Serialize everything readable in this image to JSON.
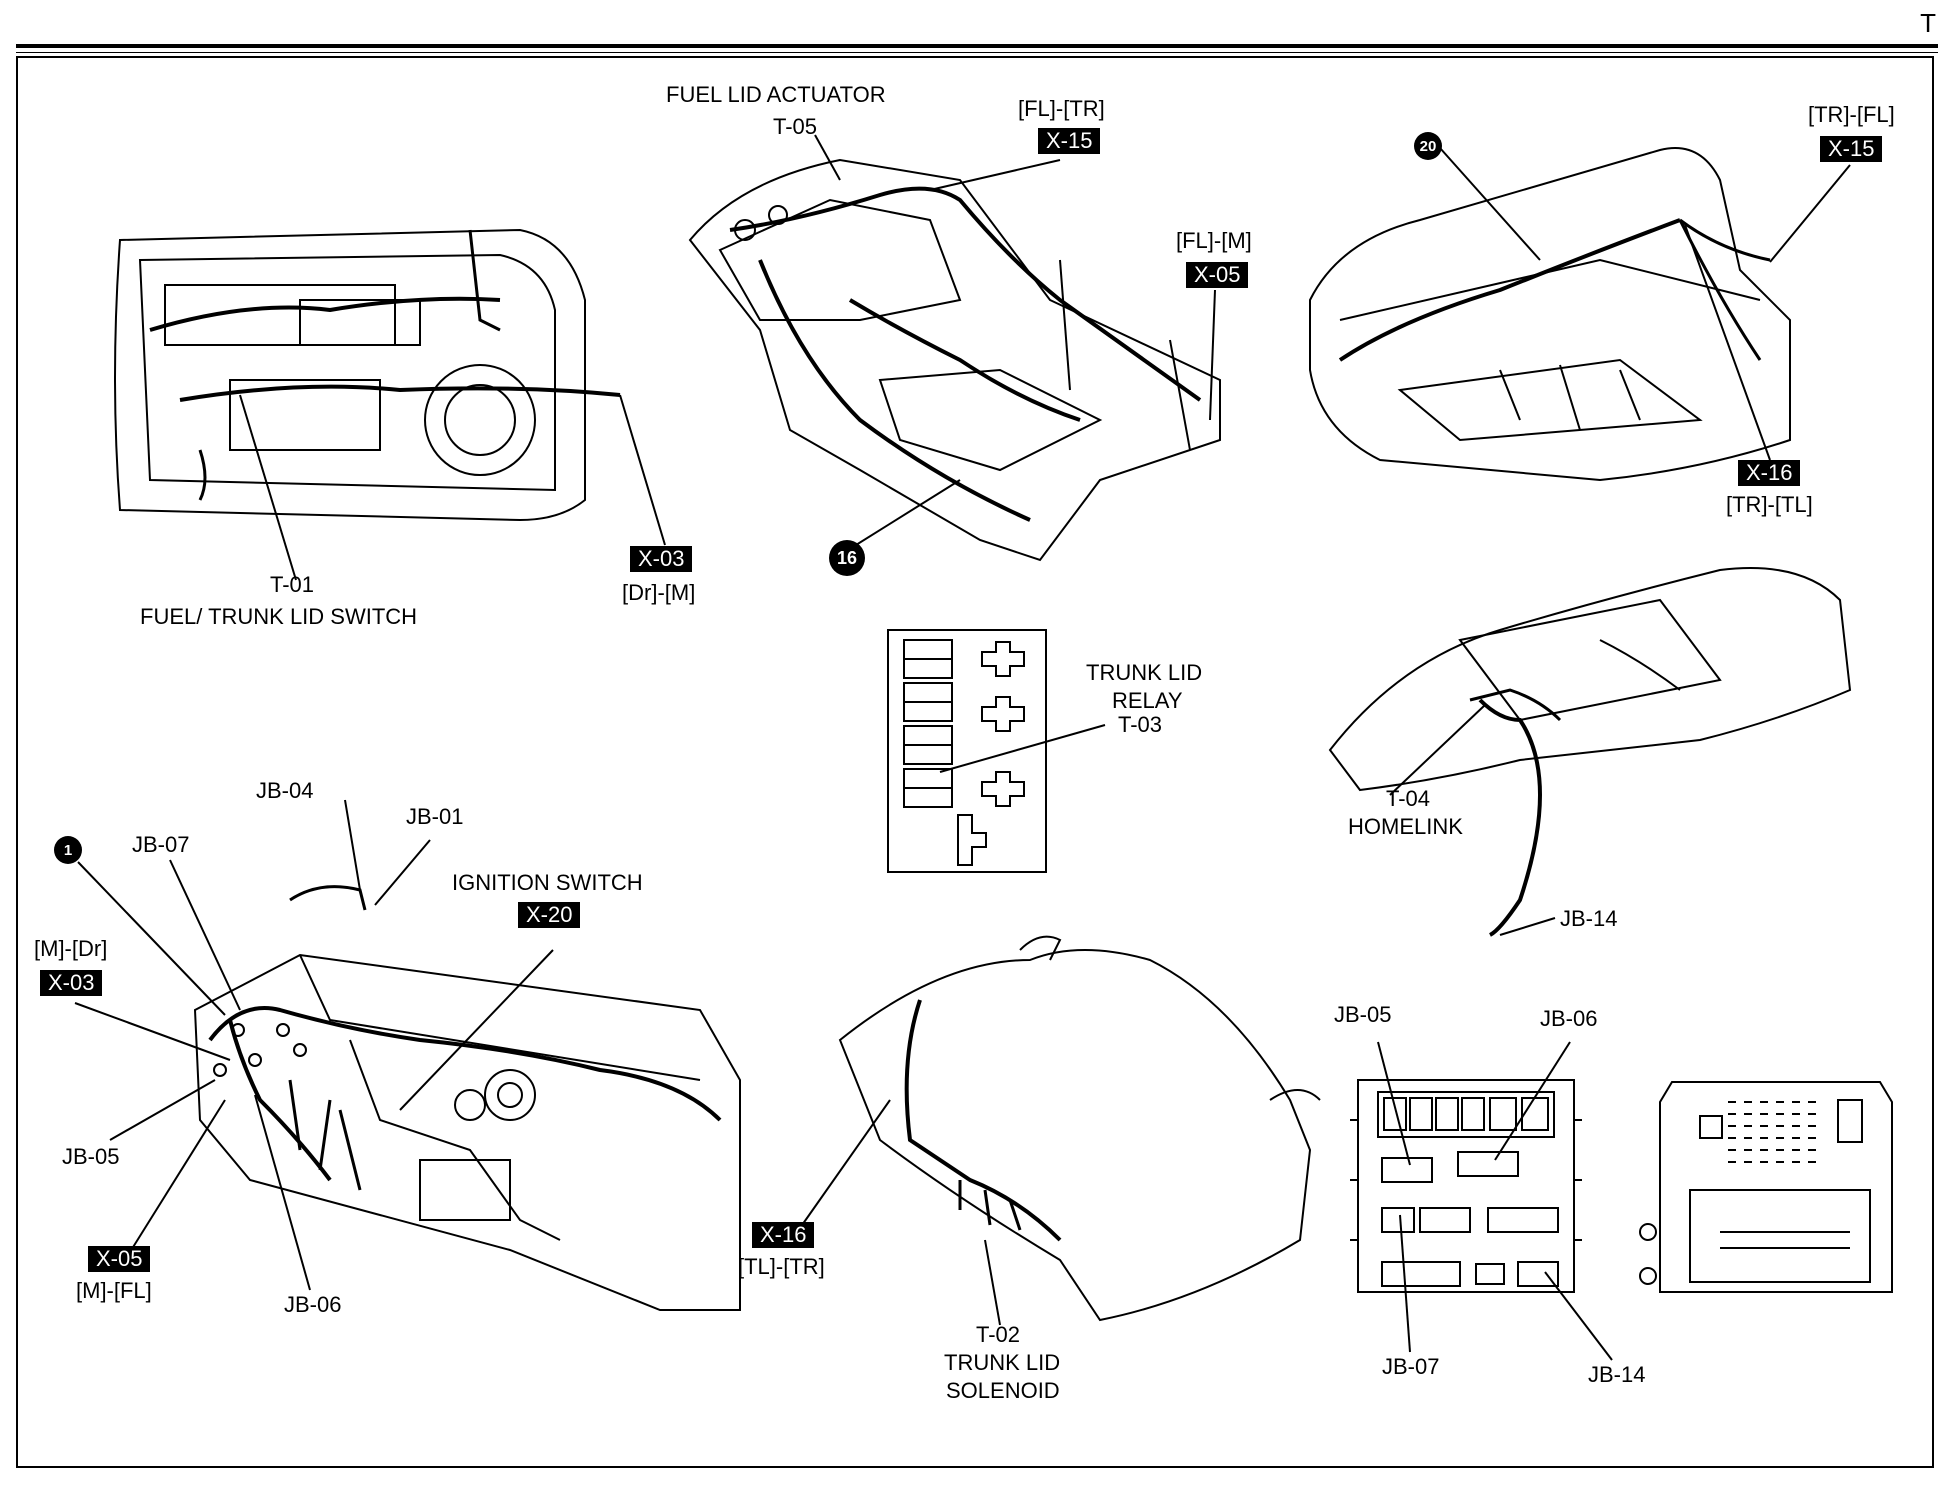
{
  "page_letter": "T",
  "labels": {
    "fuel_lid_actuator": "FUEL LID ACTUATOR",
    "t05": "T-05",
    "fl_tr": "[FL]-[TR]",
    "fl_m": "[FL]-[M]",
    "tr_fl": "[TR]-[FL]",
    "tr_tl": "[TR]-[TL]",
    "t01": "T-01",
    "fuel_trunk_lid_switch": "FUEL/ TRUNK LID SWITCH",
    "dr_m": "[Dr]-[M]",
    "trunk_lid_relay_1": "TRUNK LID",
    "trunk_lid_relay_2": "RELAY",
    "t03": "T-03",
    "t04": "T-04",
    "homelink": "HOMELINK",
    "jb14_roof": "JB-14",
    "jb04": "JB-04",
    "jb01": "JB-01",
    "jb07_dash": "JB-07",
    "ignition_switch": "IGNITION SWITCH",
    "m_dr": "[M]-[Dr]",
    "jb05_dash": "JB-05",
    "m_fl": "[M]-[FL]",
    "jb06_dash": "JB-06",
    "tl_tr": "[TL]-[TR]",
    "t02": "T-02",
    "trunk_lid_solenoid_1": "TRUNK LID",
    "trunk_lid_solenoid_2": "SOLENOID",
    "jb05_box": "JB-05",
    "jb06_box": "JB-06",
    "jb07_box": "JB-07",
    "jb14_box": "JB-14"
  },
  "tags": {
    "x15_floor": "X-15",
    "x05_floor": "X-05",
    "x15_trunk": "X-15",
    "x16_trunk": "X-16",
    "x03_door": "X-03",
    "x20": "X-20",
    "x03_dash": "X-03",
    "x05_dash": "X-05",
    "x16_lid": "X-16"
  },
  "markers": {
    "m16": "16",
    "m20": "20",
    "m1": "1"
  }
}
